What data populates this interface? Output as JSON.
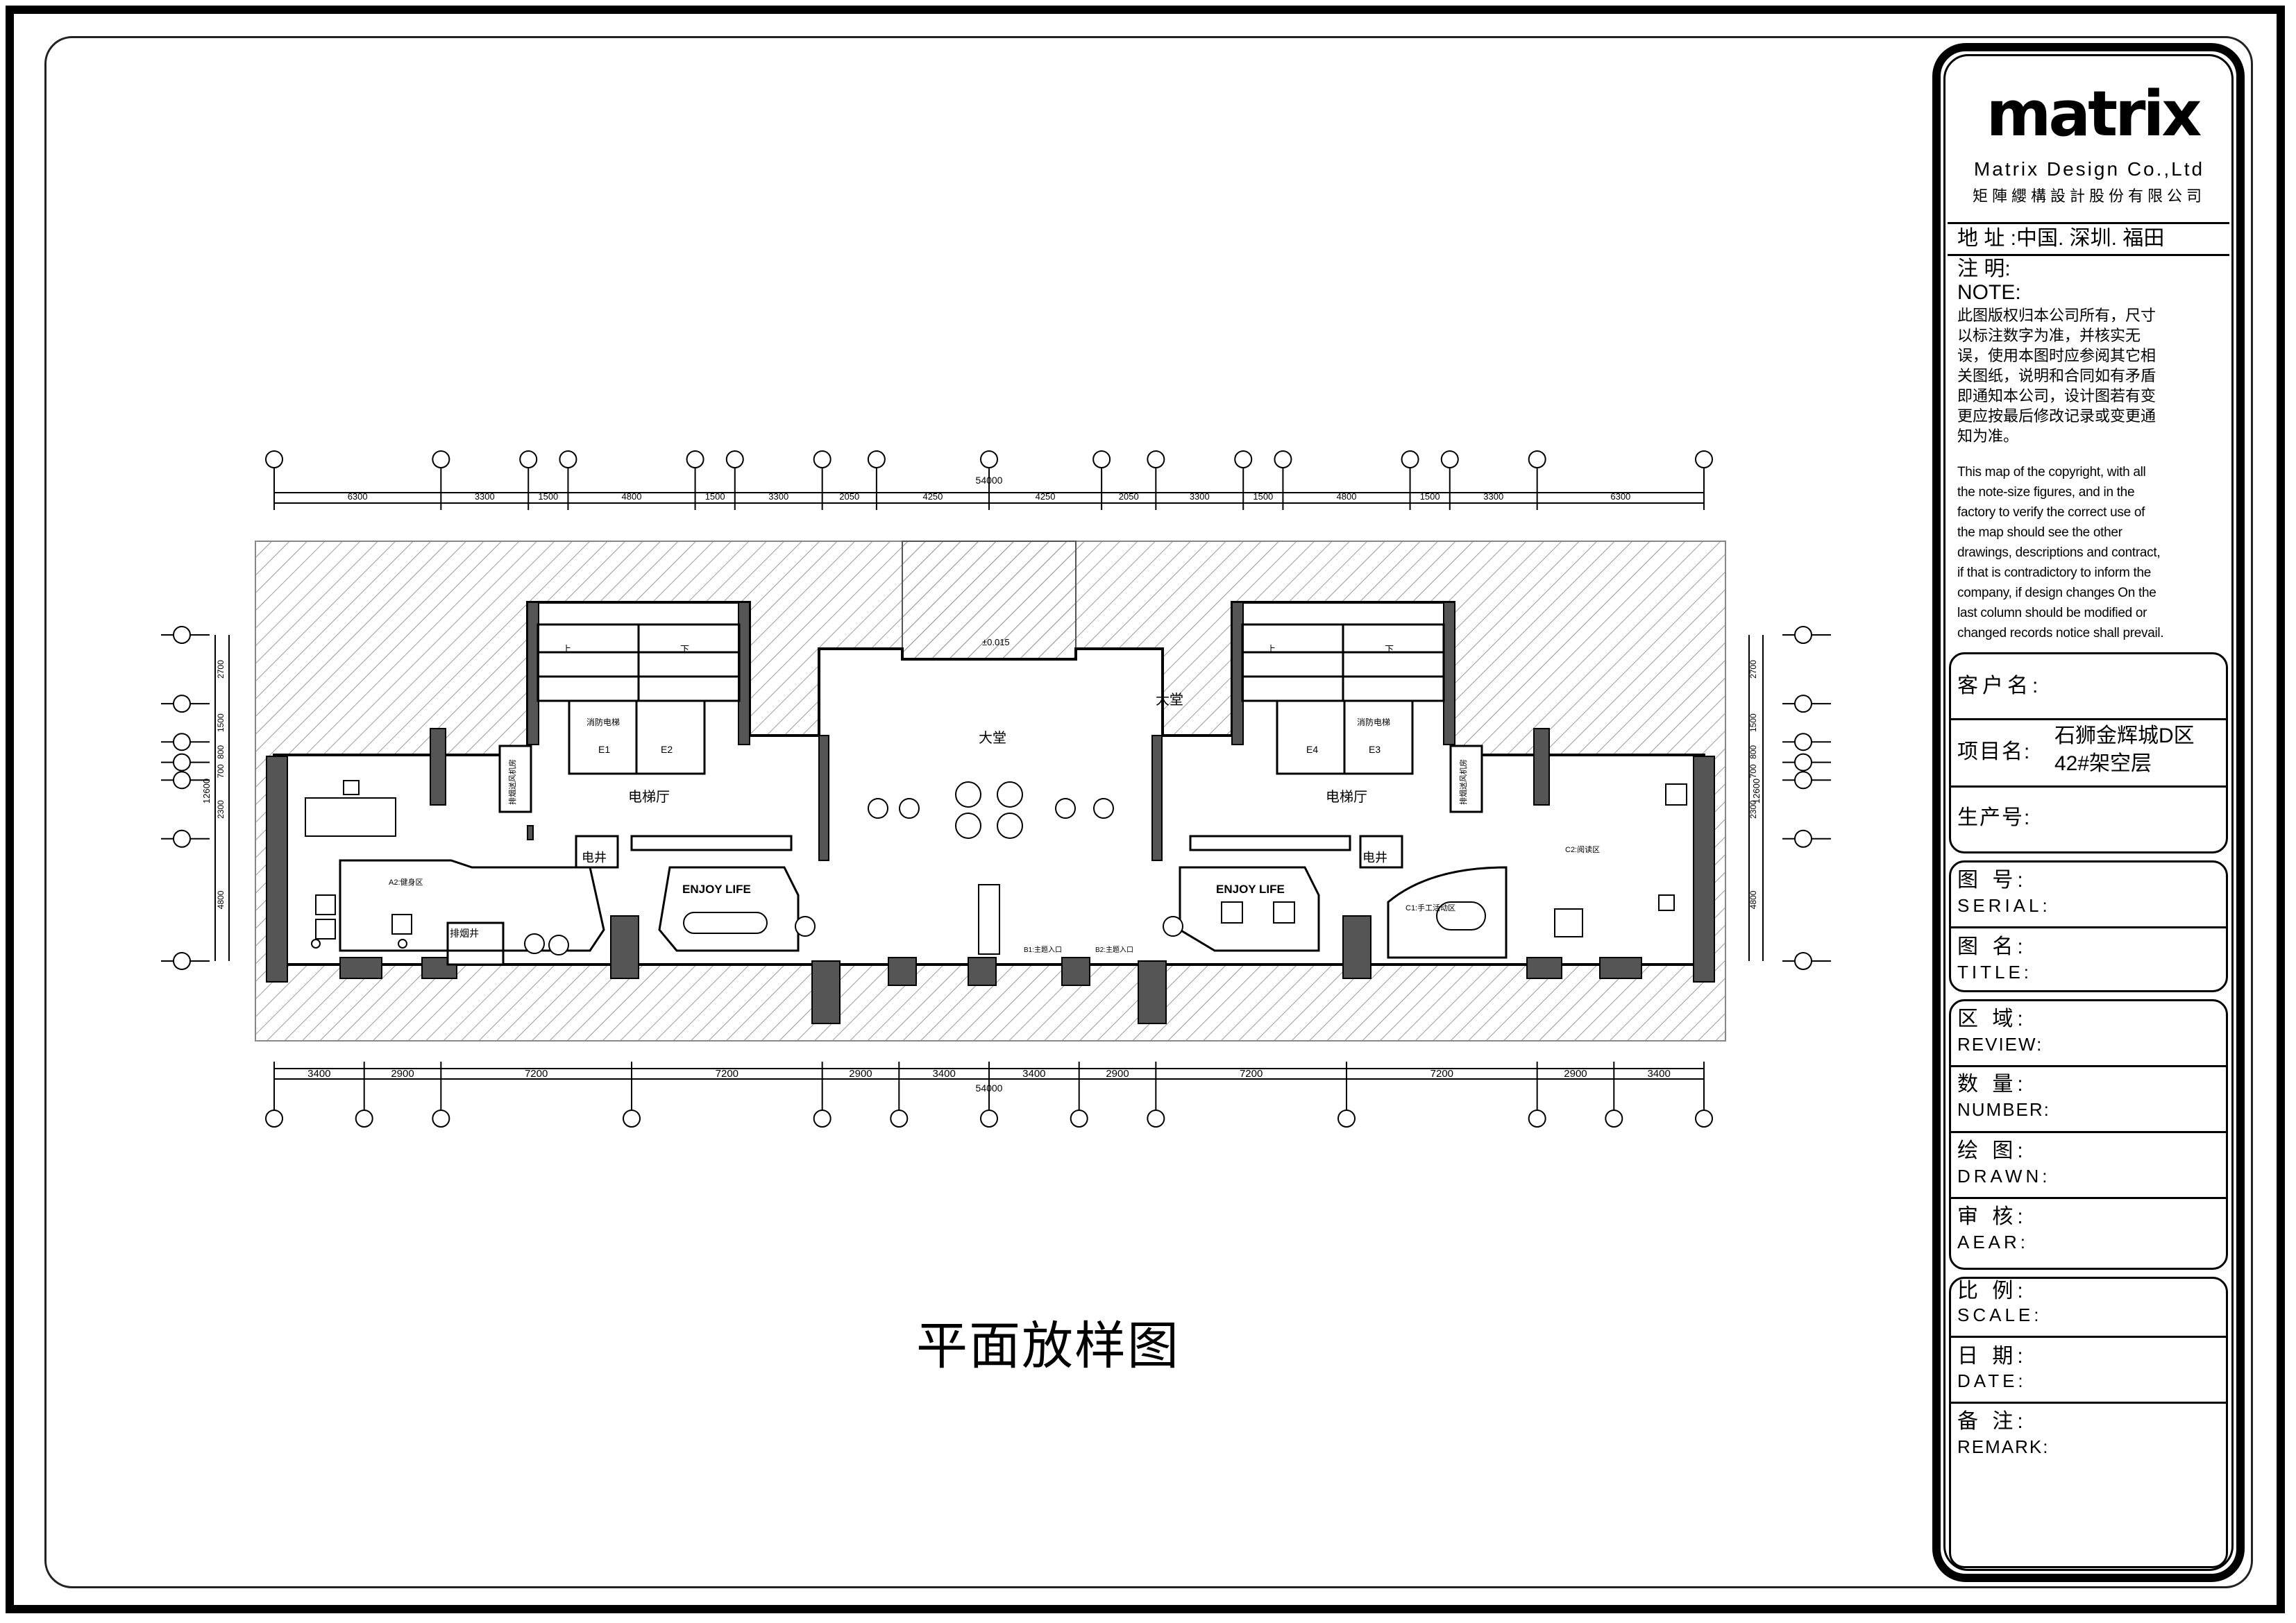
{
  "company": {
    "logo": "matrix",
    "name_en": "Matrix Design Co.,Ltd",
    "name_cn": "矩陣纓構設計股份有限公司"
  },
  "address": "地 址 :中国. 深圳. 福田",
  "note_label_cn": "注   明:",
  "note_label_en": "NOTE:",
  "note_cn": [
    "此图版权归本公司所有，尺寸",
    "以标注数字为准，并核实无",
    "误，使用本图时应参阅其它相",
    "关图纸，说明和合同如有矛盾",
    "即通知本公司，设计图若有变",
    "更应按最后修改记录或变更通",
    "知为准。"
  ],
  "note_en": [
    "This map of the copyright, with all",
    "the note-size figures, and in the",
    "factory to verify the correct use of",
    "the map should see the other",
    "drawings, descriptions and contract,",
    "if that is contradictory to inform the",
    "company, if design changes On the",
    "last column should be modified or",
    "changed records notice shall prevail."
  ],
  "fields": {
    "client": "客户名:",
    "project_label": "项目名:",
    "project_value_1": "石狮金辉城D区",
    "project_value_2": "42#架空层",
    "production": "生产号:",
    "serial_cn": "图  号:",
    "serial_en": "SERIAL:",
    "title_cn": "图  名:",
    "title_en": "TITLE:",
    "review_cn": "区  域:",
    "review_en": "REVIEW:",
    "number_cn": "数  量:",
    "number_en": "NUMBER:",
    "drawn_cn": "绘  图:",
    "drawn_en": "DRAWN:",
    "aear_cn": "审  核:",
    "aear_en": "AEAR:",
    "scale_cn": "比  例:",
    "scale_en": "SCALE:",
    "date_cn": "日  期:",
    "date_en": "DATE:",
    "remark_cn": "备  注:",
    "remark_en": "REMARK:"
  },
  "drawing_title": "平面放样图",
  "plan": {
    "top_dims": [
      "6300",
      "3300",
      "1500",
      "4800",
      "1500",
      "3300",
      "2050",
      "4250",
      "4250",
      "2050",
      "3300",
      "1500",
      "4800",
      "1500",
      "3300",
      "6300"
    ],
    "total_dim": "54000",
    "bottom_dims": [
      "3400",
      "2900",
      "7200",
      "7200",
      "2900",
      "3400",
      "3400",
      "2900",
      "7200",
      "7200",
      "2900",
      "3400"
    ],
    "left_dims": [
      "2700",
      "1500",
      "800",
      "700",
      "2300",
      "4800"
    ],
    "left_total": "12600",
    "right_dims": [
      "2700",
      "1500",
      "800",
      "700",
      "2300",
      "4800"
    ],
    "right_total": "12600",
    "room_labels": {
      "lobby_center": "大堂",
      "lobby_right": "大堂",
      "elevator_hall_left": "电梯厅",
      "elevator_hall_right": "电梯厅",
      "shaft_left": "电井",
      "shaft_right": "电井",
      "enjoy_left": "ENJOY LIFE",
      "enjoy_right": "ENJOY LIFE",
      "fitness": "A2:健身区",
      "reading": "C2:阅读区",
      "activity": "C1:手工活动区",
      "smoke": "排烟井",
      "entrance_1": "B1:主题入口",
      "entrance_2": "B2:主题入口",
      "elev_fire": "消防电梯",
      "elev_e1": "E1",
      "elev_e2": "E2",
      "elev_e3": "E3",
      "elev_e4": "E4",
      "fan_room": "排烟送风机房",
      "stair_up": "上",
      "stair_down": "下",
      "level_mark": "±0.015"
    }
  }
}
